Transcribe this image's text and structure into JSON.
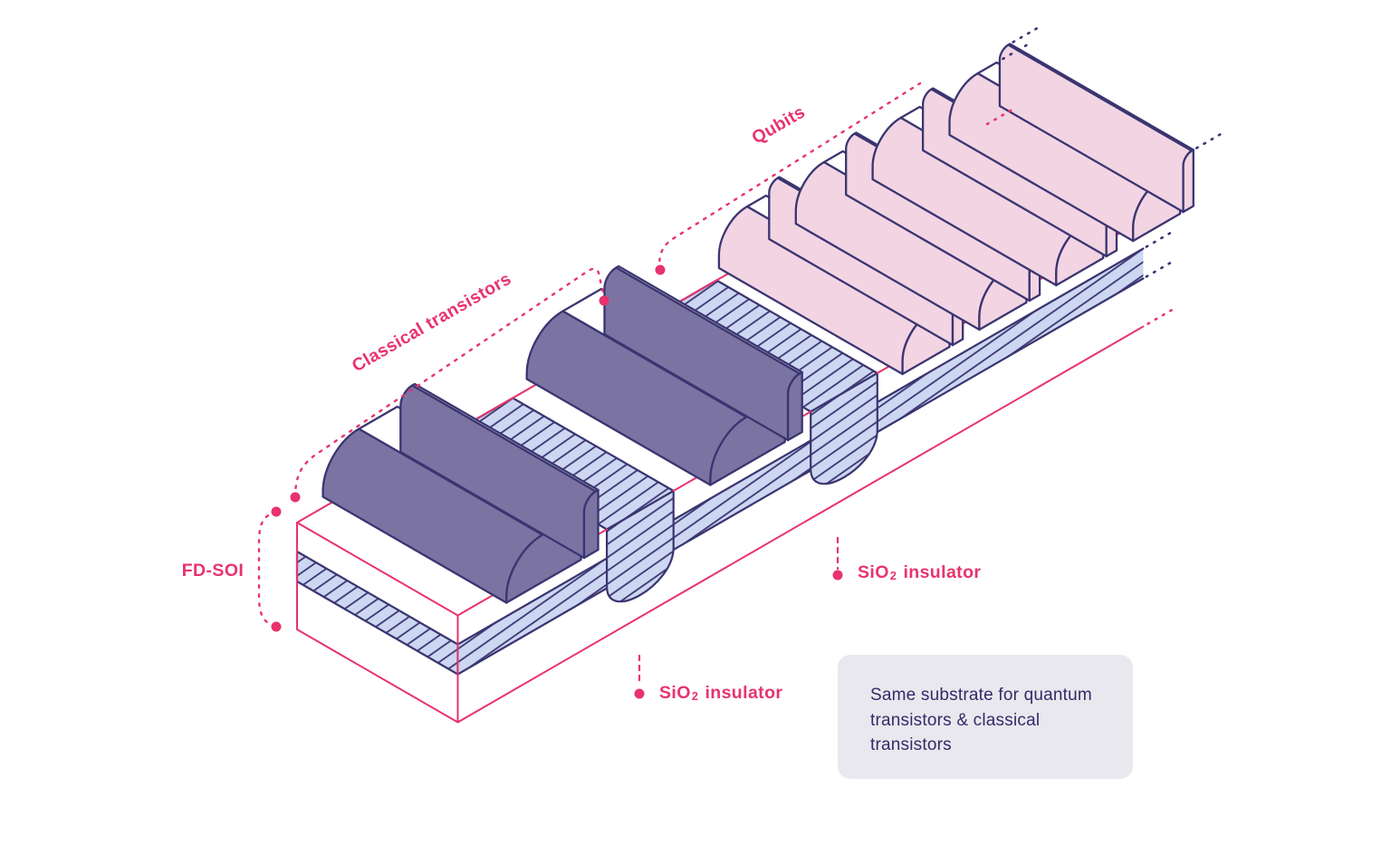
{
  "diagram": {
    "labels": {
      "qubits": "Qubits",
      "classical_transistors": "Classical transistors",
      "fdsoi": "FD-SOI",
      "sio2": {
        "base": "SiO",
        "sub": "2",
        "rest": "insulator"
      },
      "infobox": "Same substrate for quantum transistors & classical transistors"
    },
    "colors": {
      "accent_pink": "#E8336D",
      "outline_indigo": "#3A3570",
      "gate_purple": "#7B74A3",
      "qubit_pink": "#F2D4E3",
      "hatch_fill": "#CDD7F2",
      "white": "#FFFFFF",
      "infobox_bg": "#E9E8EE",
      "infobox_text": "#322B68"
    }
  }
}
